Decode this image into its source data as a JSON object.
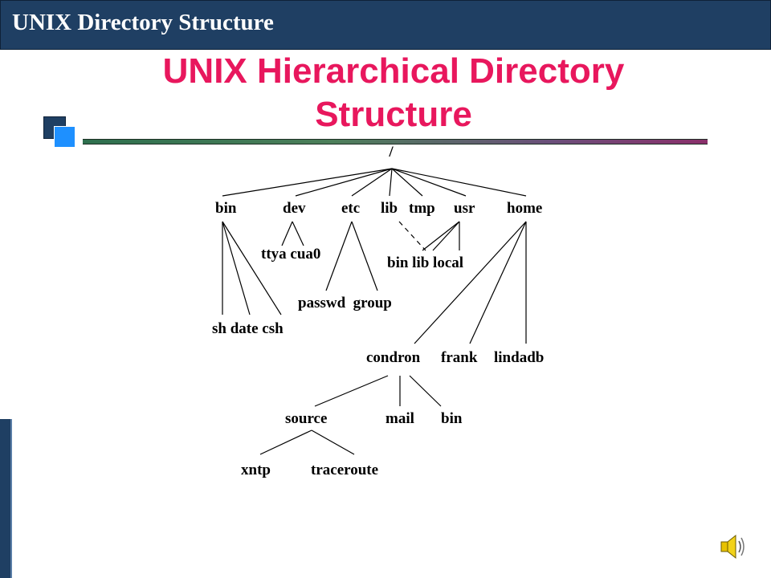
{
  "header": {
    "title": "UNIX Directory Structure"
  },
  "slide": {
    "title": "UNIX Hierarchical Directory Structure"
  },
  "tree": {
    "root": "/",
    "level1": {
      "bin": "bin",
      "dev": "dev",
      "etc": "etc",
      "lib": "lib",
      "tmp": "tmp",
      "usr": "usr",
      "home": "home"
    },
    "dev_children": "ttya cua0",
    "usr_children": "bin lib local",
    "etc_children": "passwd  group",
    "bin_children": "sh date csh",
    "home_children": {
      "condron": "condron",
      "frank": "frank",
      "lindadb": "lindadb"
    },
    "condron_children": {
      "source": "source",
      "mail": "mail",
      "bin": "bin"
    },
    "source_children": {
      "xntp": "xntp",
      "traceroute": "traceroute"
    }
  },
  "colors": {
    "header_bg": "#1f3f63",
    "title": "#e8175d",
    "accent_blue": "#1e90ff"
  },
  "icons": {
    "audio": "speaker-icon"
  }
}
